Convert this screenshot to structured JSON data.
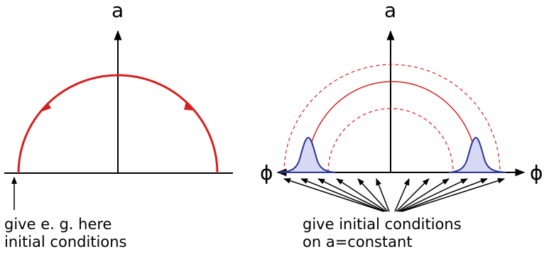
{
  "left_panel": {
    "y_axis_label": "a",
    "caption_line1": "give e. g. here",
    "caption_line2": "initial conditions"
  },
  "right_panel": {
    "y_axis_label": "a",
    "x_axis_label": "ϕ",
    "x_axis_label_right": "ϕ",
    "caption_line1": "give initial conditions",
    "caption_line2": "on a=constant"
  },
  "colors": {
    "trajectory": "#d42020",
    "distribution_stroke": "#2a3590",
    "distribution_fill": "#d6d8f4",
    "axis": "#000000"
  }
}
